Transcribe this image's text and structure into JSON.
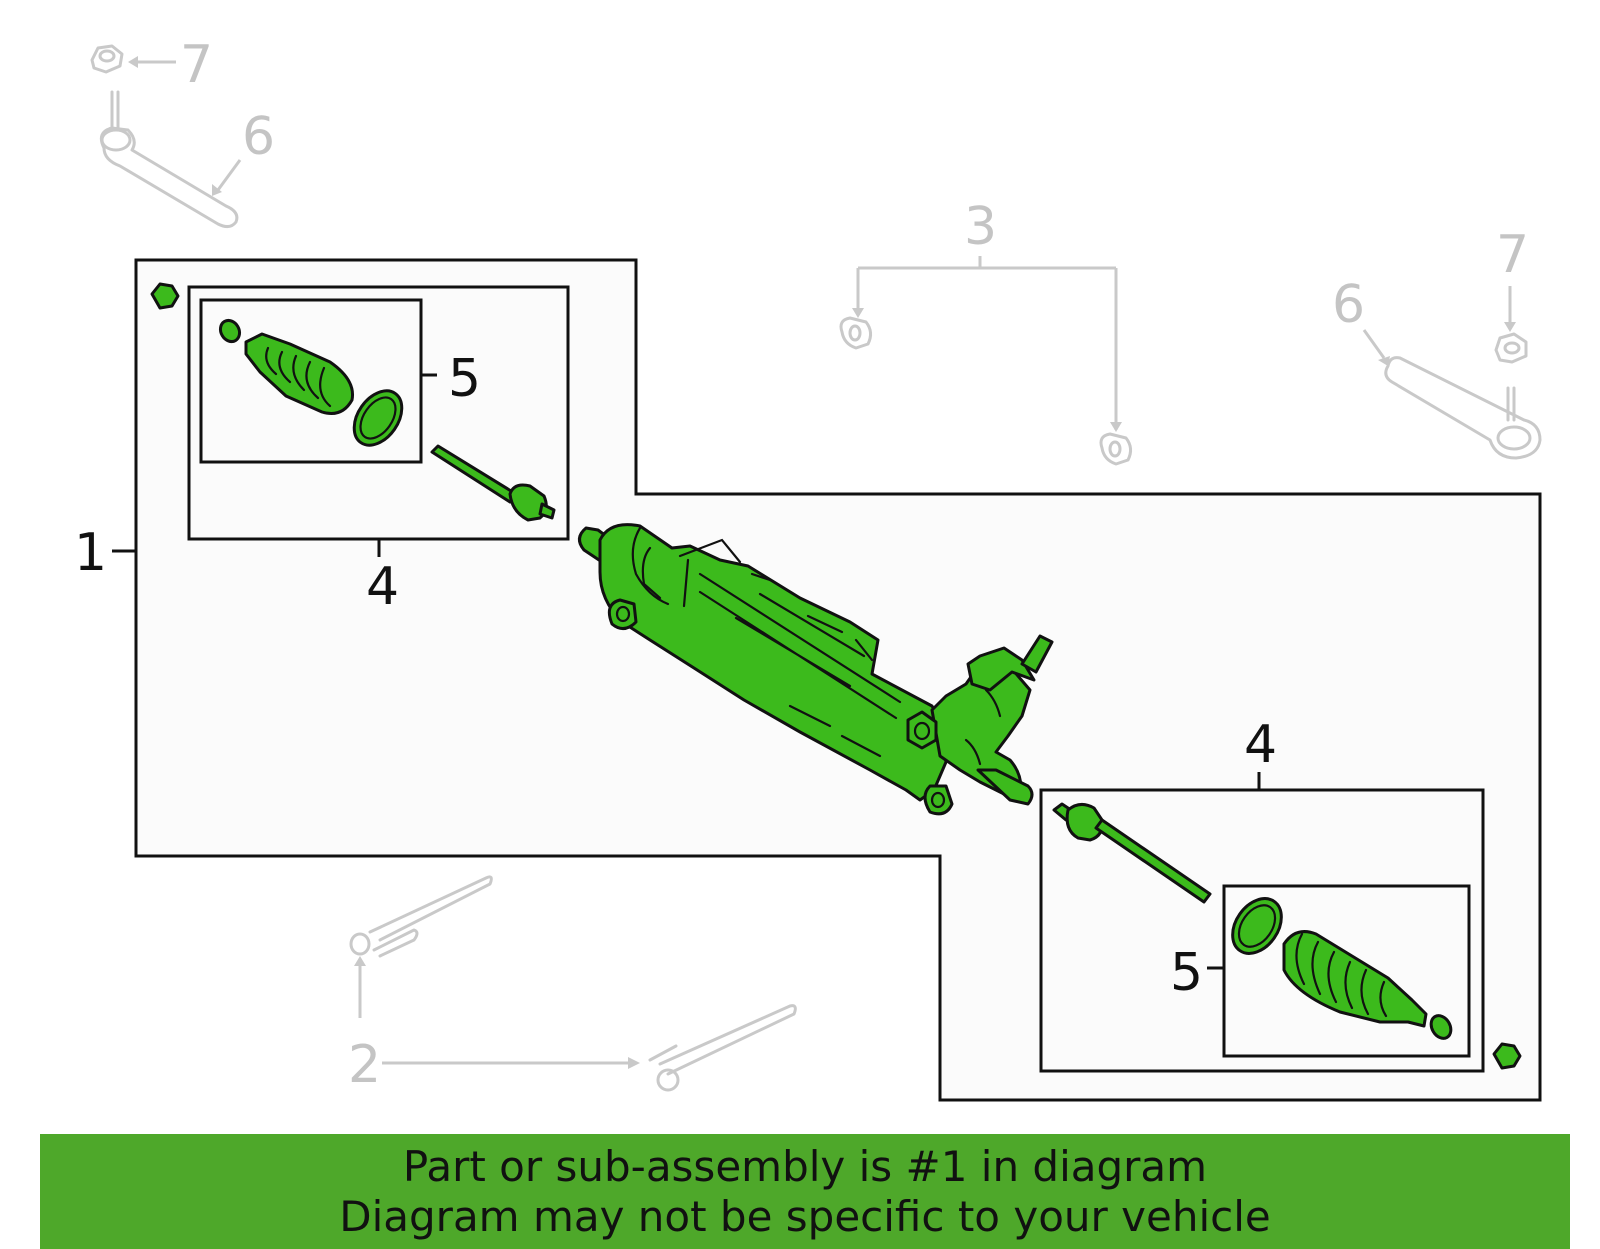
{
  "callouts": {
    "c1": "1",
    "c2": "2",
    "c3": "3",
    "c4_top": "4",
    "c4_bottom": "4",
    "c5_top": "5",
    "c5_bottom": "5",
    "c6_left": "6",
    "c6_right": "6",
    "c7_left": "7",
    "c7_right": "7"
  },
  "banner": {
    "line1": "Part or sub-assembly is #1 in diagram",
    "line2": "Diagram may not be specific to your vehicle"
  },
  "colors": {
    "highlight": "#3cba1c",
    "banner": "#4ea82a",
    "greyed_part": "#c9c9c9"
  }
}
